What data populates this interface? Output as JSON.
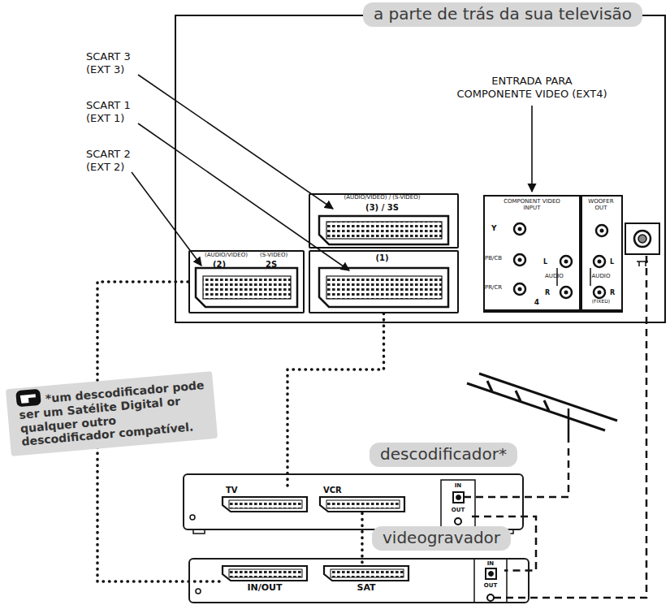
{
  "diagram": {
    "nodes": [
      {
        "text": [
          "a parte de trás da sua televisão"
        ]
      },
      {
        "text": [
          "(AUDIO/VIDEO) / (S-VIDEO)",
          "(3) / 3S"
        ],
        "in": 0
      },
      {
        "text": [
          "(AUDIO/VIDEO)",
          "(S-VIDEO)",
          "(2)",
          "2S"
        ],
        "in": 0
      },
      {
        "text": [
          "(1)"
        ],
        "in": 0
      },
      {
        "text": [
          "COMPONENT VIDEO INPUT",
          "Y",
          "PB/CB",
          "PR/CR",
          "L",
          "AUDIO",
          "R",
          "4"
        ],
        "in": 0
      },
      {
        "text": [
          "WOOFER OUT",
          "L",
          "AUDIO",
          "R",
          "(FIXED)"
        ],
        "in": 0
      },
      {
        "text": [
          "descodificador*"
        ]
      },
      {
        "text": [
          "TV"
        ],
        "in": 6
      },
      {
        "text": [
          "VCR"
        ],
        "in": 6
      },
      {
        "text": [
          "IN"
        ],
        "in": 6
      },
      {
        "text": [
          "OUT"
        ],
        "in": 6
      },
      {
        "text": [
          "videogravador"
        ]
      },
      {
        "text": [
          "IN/OUT"
        ],
        "in": 11
      },
      {
        "text": [
          "SAT"
        ],
        "in": 11
      },
      {
        "text": [
          "IN"
        ],
        "in": 11
      },
      {
        "text": [
          "OUT"
        ],
        "in": 11
      }
    ],
    "edges": [
      {
        "from": 3,
        "to": 7,
        "arrow": "none"
      },
      {
        "from": 8,
        "to": 13,
        "arrow": "none"
      },
      {
        "from": 12,
        "to": 2,
        "arrow": "none"
      },
      {
        "from": 10,
        "to": 14,
        "arrow": "none"
      }
    ],
    "labels": [
      "SCART 3 (EXT 3)",
      "SCART 1 (EXT 1)",
      "SCART 2 (EXT 2)",
      "ENTRADA PARA COMPONENTE VIDEO (EXT4)",
      "*um descodificador pode ser um Satélite Digital or qualquer outro descodificador compatível."
    ]
  }
}
